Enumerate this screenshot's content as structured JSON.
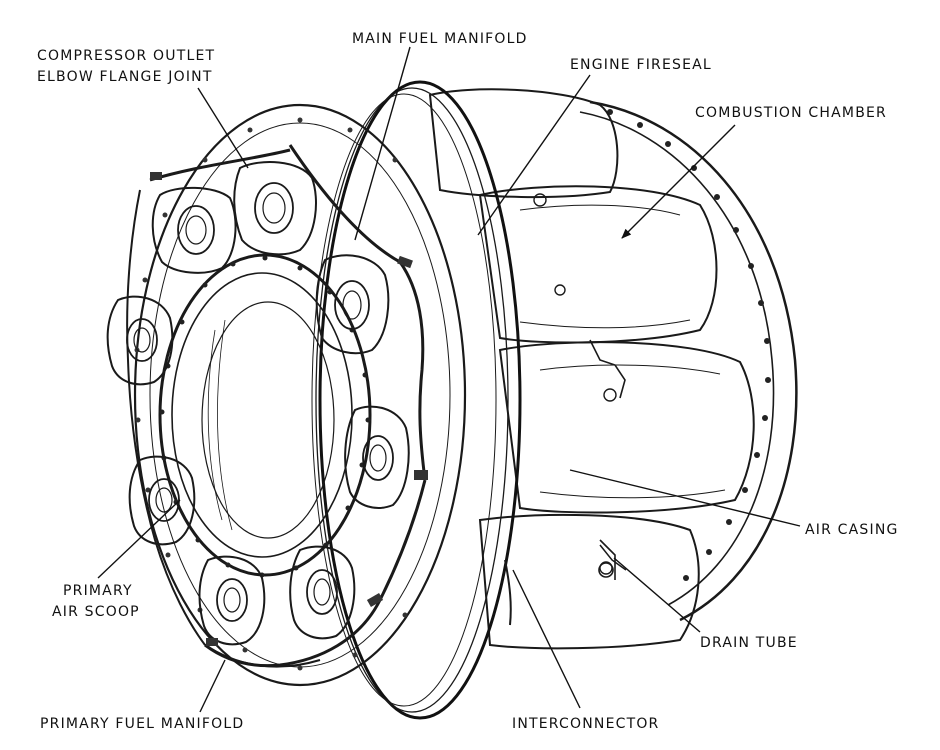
{
  "labels": {
    "compressor_outlet_line1": "COMPRESSOR OUTLET",
    "compressor_outlet_line2": "ELBOW FLANGE JOINT",
    "main_fuel_manifold": "MAIN FUEL MANIFOLD",
    "engine_fireseal": "ENGINE FIRESEAL",
    "combustion_chamber": "COMBUSTION CHAMBER",
    "air_casing": "AIR CASING",
    "primary_air_scoop_line1": "PRIMARY",
    "primary_air_scoop_line2": "AIR SCOOP",
    "drain_tube": "DRAIN TUBE",
    "primary_fuel_manifold": "PRIMARY FUEL MANIFOLD",
    "interconnector": "INTERCONNECTOR"
  },
  "colors": {
    "ink": "#111111",
    "background": "#ffffff"
  }
}
